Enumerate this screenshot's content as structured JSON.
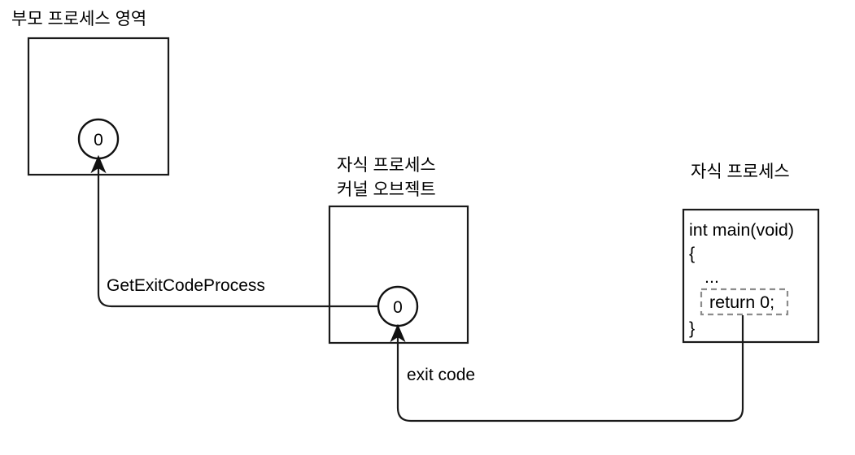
{
  "diagram": {
    "title_parent": "부모 프로세스 영역",
    "title_kernel_line1": "자식 프로세스",
    "title_kernel_line2": "커널 오브젝트",
    "title_child": "자식 프로세스",
    "parent_exit_value": "0",
    "kernel_exit_value": "0",
    "edge_label_api": "GetExitCodeProcess",
    "edge_label_exitcode": "exit code",
    "child_code": {
      "line1": "int main(void)",
      "line2": "{",
      "line3": "...",
      "line4": "return 0;",
      "line5": "}"
    },
    "colors": {
      "stroke": "#1a1a1a",
      "dashed_stroke": "#8c8c8c",
      "text": "#000000",
      "background": "#ffffff"
    }
  }
}
